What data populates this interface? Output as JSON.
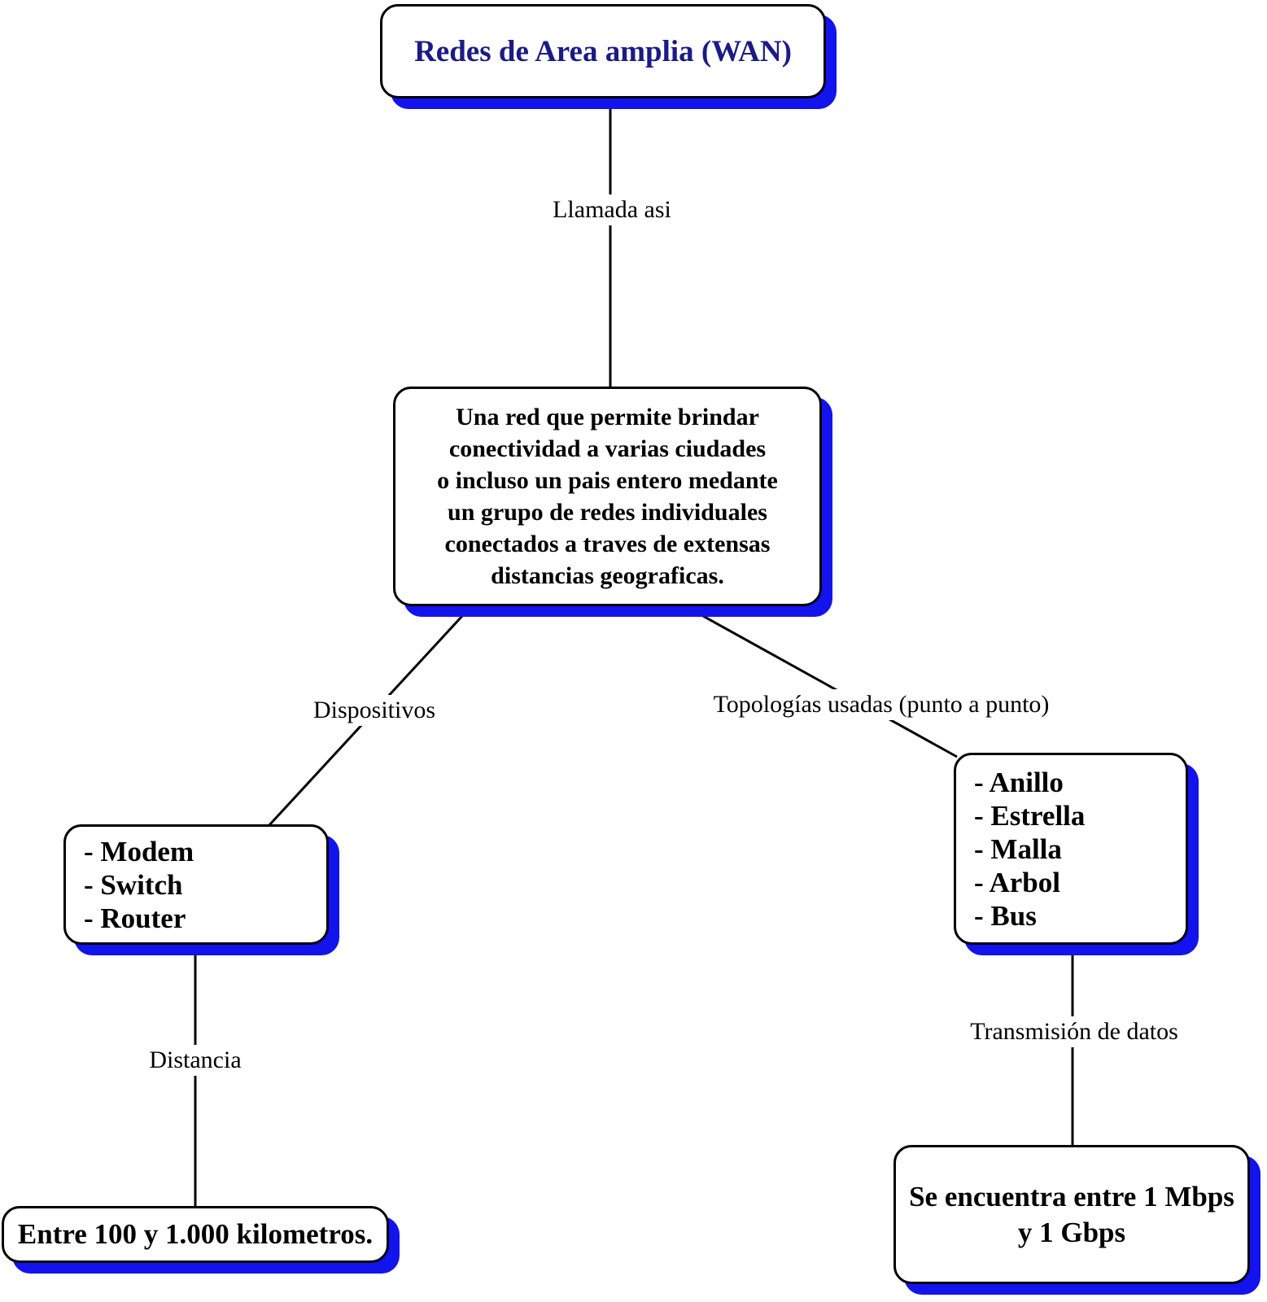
{
  "diagram": {
    "title": "Redes de Area amplia (WAN)",
    "nodes": {
      "definition": "Una red que permite brindar\nconectividad a varias ciudades\no incluso un pais entero medante\nun grupo de redes individuales\nconectados a traves de extensas\ndistancias geograficas.",
      "devices": [
        "- Modem",
        "- Switch",
        "- Router"
      ],
      "topologies": [
        "- Anillo",
        "- Estrella",
        "- Malla",
        "- Arbol",
        "- Bus"
      ],
      "distance_value": "Entre 100 y 1.000 kilometros.",
      "transmission_value": "Se encuentra entre 1 Mbps\ny 1 Gbps"
    },
    "link_labels": {
      "llamada": "Llamada asi",
      "dispositivos": "Dispositivos",
      "topologias": "Topologías usadas (punto a punto)",
      "distancia": "Distancia",
      "transmision": "Transmisión de datos"
    },
    "colors": {
      "shadow_blue": "#1313ee",
      "title_text": "#1b1b85",
      "border": "#000000",
      "node_background": "#ffffff",
      "line": "#000000"
    }
  }
}
